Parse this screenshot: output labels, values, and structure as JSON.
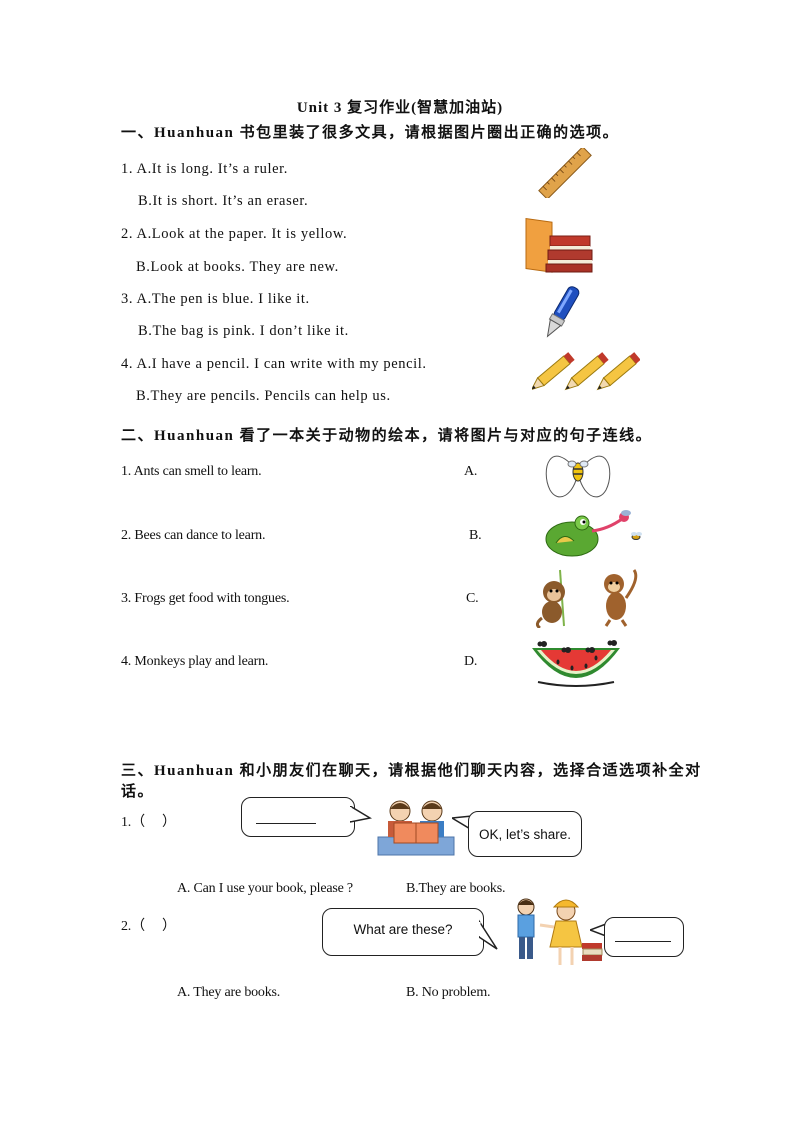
{
  "title": "Unit 3  复习作业(智慧加油站)",
  "section1": {
    "heading": "一、Huanhuan 书包里装了很多文具，请根据图片圈出正确的选项。",
    "questions": [
      {
        "a": "1. A.It is long. It’s a ruler.",
        "b": "B.It is short. It’s an eraser.",
        "icon": "ruler-icon"
      },
      {
        "a": "2. A.Look at the paper. It is yellow.",
        "b": "B.Look at books. They are new.",
        "icon": "books-icon"
      },
      {
        "a": "3. A.The pen is blue. I like it.",
        "b": "B.The bag is pink. I don’t like it.",
        "icon": "pen-icon"
      },
      {
        "a": "4. A.I have a pencil. I can write with my pencil.",
        "b": "B.They are pencils. Pencils can help us.",
        "icon": "pencils-icon"
      }
    ]
  },
  "section2": {
    "heading": "二、Huanhuan 看了一本关于动物的绘本，请将图片与对应的句子连线。",
    "items": [
      {
        "sentence": "1. Ants can smell to learn.",
        "letter": "A.",
        "icon": "bee-dance-icon"
      },
      {
        "sentence": "2. Bees can dance to learn.",
        "letter": "B.",
        "icon": "frog-icon"
      },
      {
        "sentence": "3. Frogs get food with tongues.",
        "letter": "C.",
        "icon": "monkeys-icon"
      },
      {
        "sentence": "4. Monkeys play and learn.",
        "letter": "D.",
        "icon": "ants-watermelon-icon"
      }
    ]
  },
  "section3": {
    "heading_line1": "三、Huanhuan 和小朋友们在聊天，请根据他们聊天内容，选择合适选项补全对",
    "heading_line2": "话。",
    "q1": {
      "number": "1.（　 ）",
      "bubble_right": "OK, let’s share.",
      "option_a": "A. Can I use your book, please ?",
      "option_b": "B.They are books."
    },
    "q2": {
      "number": "2.（　 ）",
      "bubble_left": "What are these?",
      "option_a": "A. They are books.",
      "option_b": "B. No problem."
    }
  }
}
